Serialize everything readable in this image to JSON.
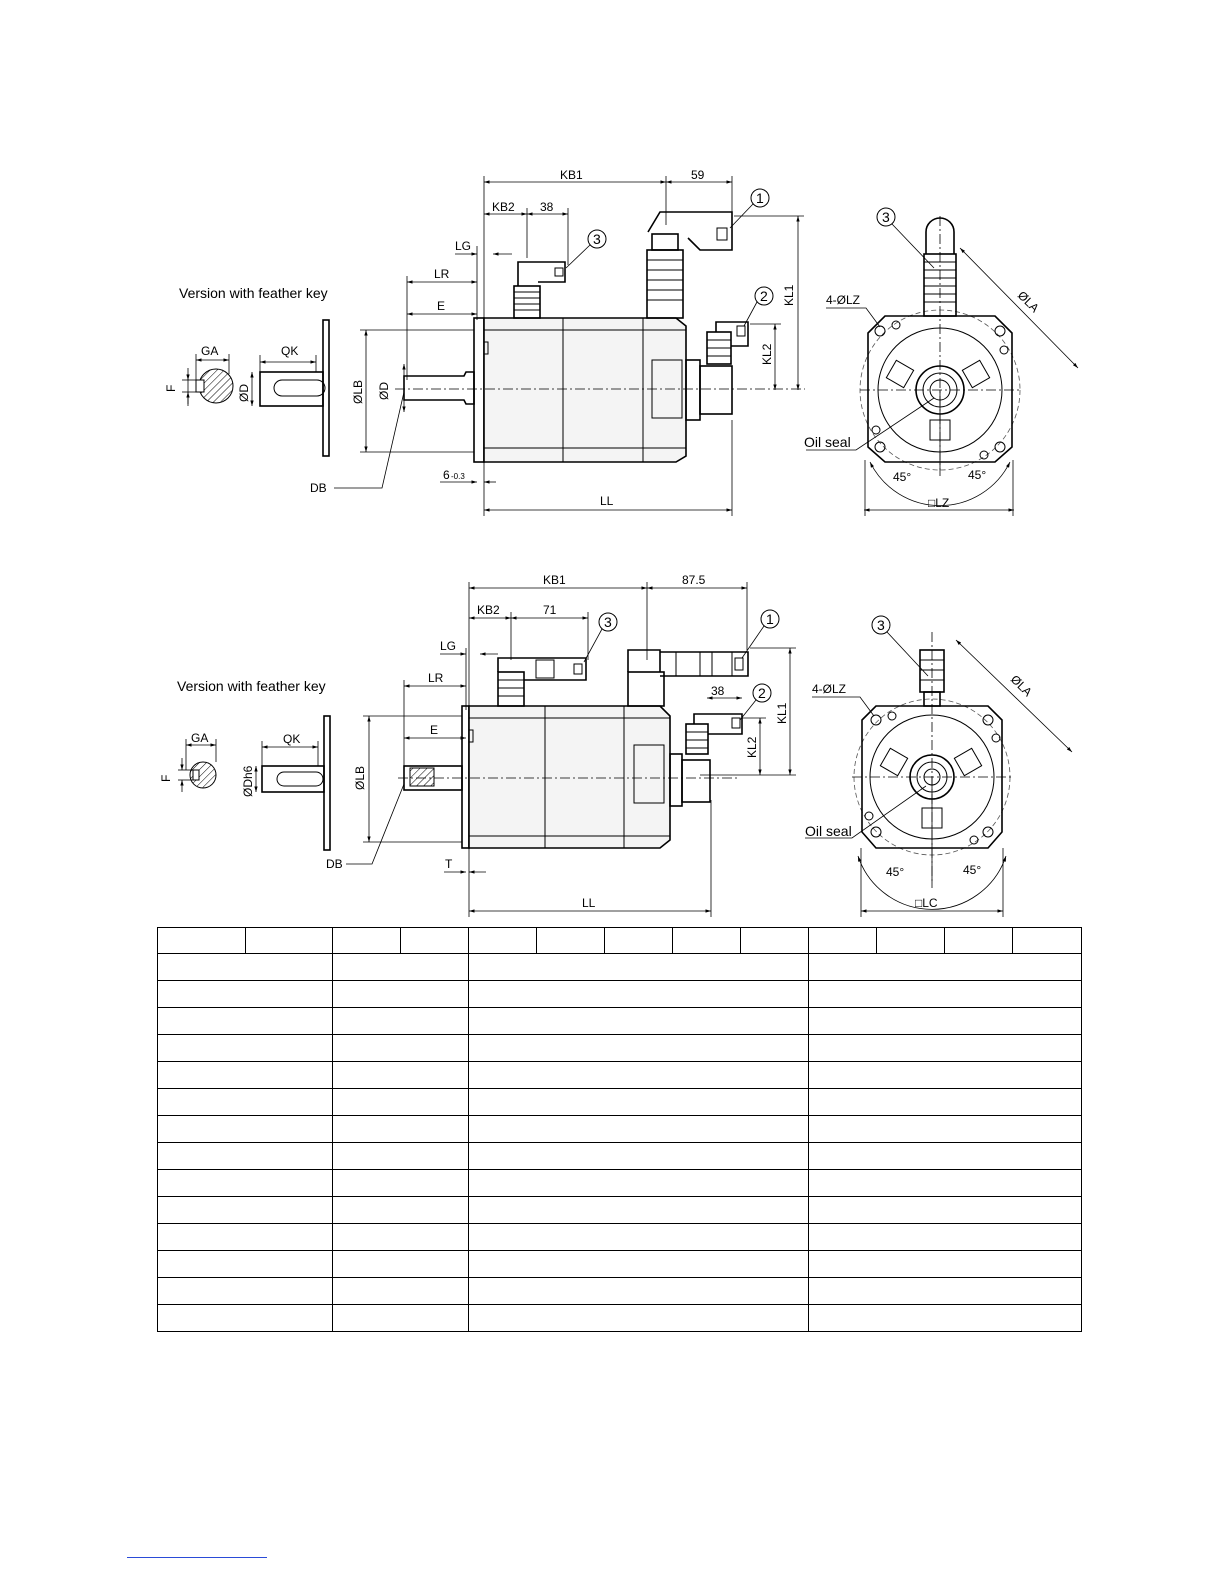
{
  "top_view": {
    "caption": "Version with feather key",
    "labels": {
      "kb1": "KB1",
      "d59": "59",
      "kb2": "KB2",
      "d38": "38",
      "lg": "LG",
      "lr": "LR",
      "e": "E",
      "ga": "GA",
      "qk": "QK",
      "f": "F",
      "od": "ØD",
      "olb": "ØLB",
      "od_shaft": "ØD",
      "db": "DB",
      "t6": "6",
      "t6_tol": "-0.3",
      "ll": "LL",
      "kl1": "KL1",
      "kl2": "KL2",
      "c1": "1",
      "c2": "2",
      "c3": "3"
    },
    "flange": {
      "c3": "3",
      "lz": "4-ØLZ",
      "la": "ØLA",
      "oil_seal": "Oil seal",
      "a1": "45°",
      "a2": "45°",
      "sq": "□LZ"
    }
  },
  "bottom_view": {
    "caption": "Version with feather key",
    "labels": {
      "kb1": "KB1",
      "d875": "87.5",
      "kb2": "KB2",
      "d71": "71",
      "lg": "LG",
      "lr": "LR",
      "e": "E",
      "ga": "GA",
      "qk": "QK",
      "f": "F",
      "odh6": "ØDh6",
      "olb": "ØLB",
      "db": "DB",
      "t": "T",
      "ll": "LL",
      "d38": "38",
      "kl1": "KL1",
      "kl2": "KL2",
      "c1": "1",
      "c2": "2",
      "c3": "3"
    },
    "flange": {
      "c3": "3",
      "lz": "4-ØLZ",
      "la": "ØLA",
      "oil_seal": "Oil seal",
      "a1": "45°",
      "a2": "45°",
      "sq": "□LC"
    }
  },
  "table": {
    "body_rows": 14
  }
}
